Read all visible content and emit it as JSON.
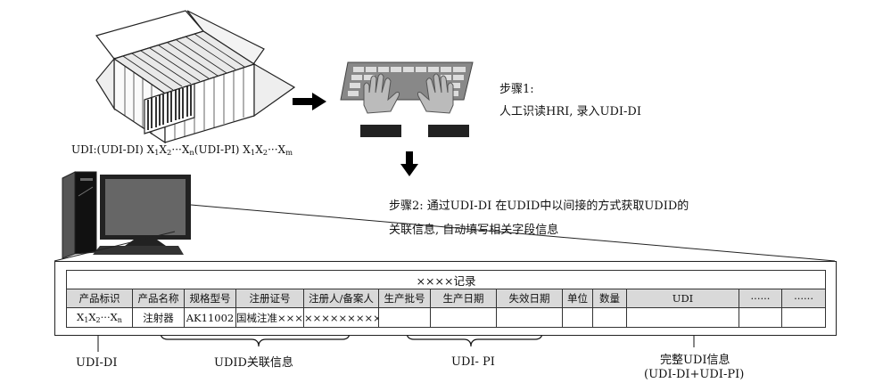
{
  "udi_formula": {
    "left": "UDI:(UDI-DI) X",
    "s1": "1",
    "x2": "X",
    "s2": "2",
    "dots": "···X",
    "sn": "n",
    "mid": "(UDI-PI) X",
    "s3": "1",
    "x4": "X",
    "s4": "2",
    "dots2": "···X",
    "sm": "m"
  },
  "step1": {
    "title": "步骤1:",
    "text": "人工识读HRI, 录入UDI-DI"
  },
  "step2": {
    "line1": "步骤2: 通过UDI-DI 在UDID中以间接的方式获取UDID的",
    "line2": "关联信息, 自动填写相关字段信息"
  },
  "record_table": {
    "title": "××××记录",
    "headers": [
      "产品标识",
      "产品名称",
      "规格型号",
      "注册证号",
      "注册人/备案人",
      "生产批号",
      "生产日期",
      "失效日期",
      "单位",
      "数量",
      "UDI",
      "······",
      "······"
    ],
    "row": {
      "product_id": {
        "x": "X",
        "s1": "1",
        "x2": "X",
        "s2": "2",
        "dots": "···X",
        "sn": "n"
      },
      "cells": [
        "注射器",
        "AK11002",
        "国械注准×××",
        "×××××××××",
        "",
        "",
        "",
        "",
        "",
        "",
        "",
        ""
      ]
    }
  },
  "labels": {
    "udi_di": "UDI-DI",
    "udid_info": "UDID关联信息",
    "udi_pi": "UDI- PI",
    "full_udi": "完整UDI信息",
    "full_udi_sub": "(UDI-DI+UDI-PI)"
  }
}
